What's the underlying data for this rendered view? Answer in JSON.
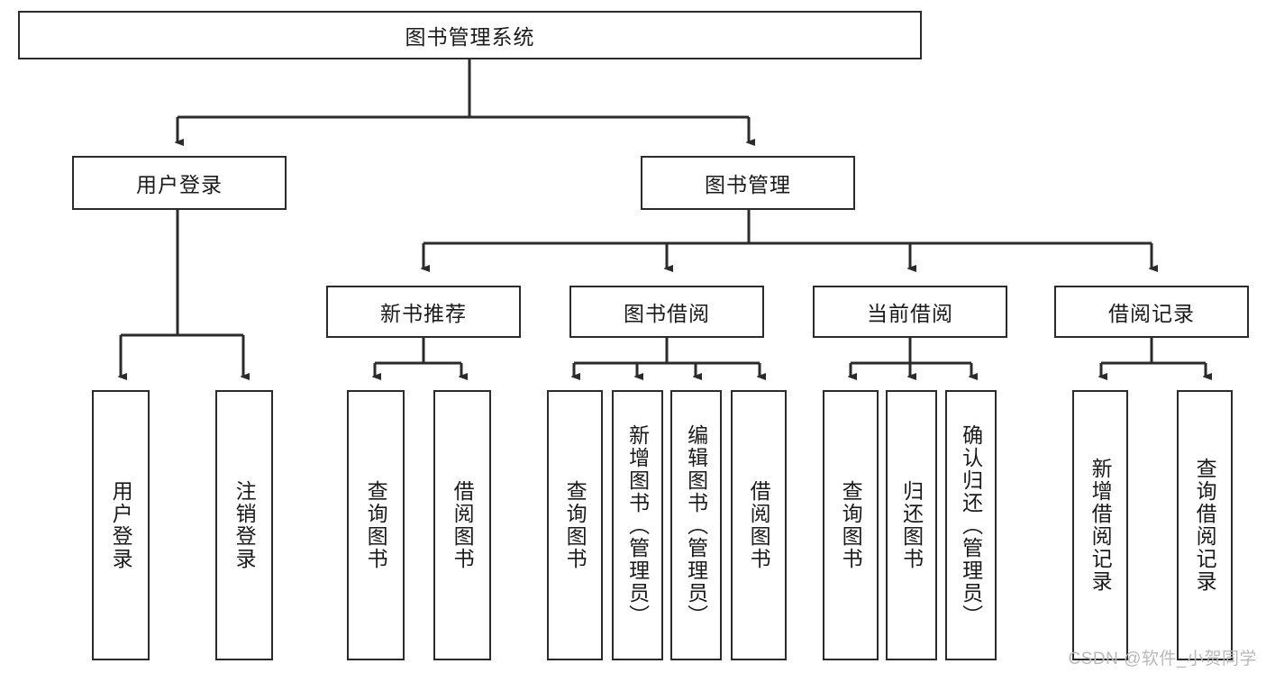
{
  "diagram": {
    "type": "tree",
    "title": "图书管理系统",
    "watermark": "CSDN @软件_小贺同学",
    "colors": {
      "box_border": "#2b2b2b",
      "box_fill": "#ffffff",
      "edge": "#2b2b2b",
      "text": "#1a1a1a",
      "watermark": "#b9b9b9",
      "background": "#ffffff"
    },
    "nodes": {
      "root": {
        "label": "图书管理系统"
      },
      "level2": [
        {
          "id": "user_login",
          "label": "用户登录"
        },
        {
          "id": "book_manage",
          "label": "图书管理"
        }
      ],
      "level3": [
        {
          "id": "new_book_rec",
          "label": "新书推荐"
        },
        {
          "id": "book_borrow",
          "label": "图书借阅"
        },
        {
          "id": "current_borrow",
          "label": "当前借阅"
        },
        {
          "id": "borrow_record",
          "label": "借阅记录"
        }
      ],
      "leaves": [
        {
          "id": "leaf_user_login",
          "label": "用户登录",
          "parent": "user_login"
        },
        {
          "id": "leaf_user_logout",
          "label": "注销登录",
          "parent": "user_login"
        },
        {
          "id": "leaf_query_book_1",
          "label": "查询图书",
          "parent": "new_book_rec"
        },
        {
          "id": "leaf_borrow_book_1",
          "label": "借阅图书",
          "parent": "new_book_rec"
        },
        {
          "id": "leaf_query_book_2",
          "label": "查询图书",
          "parent": "book_borrow"
        },
        {
          "id": "leaf_add_book",
          "label": "新增图书（管理员）",
          "parent": "book_borrow"
        },
        {
          "id": "leaf_edit_book",
          "label": "编辑图书（管理员）",
          "parent": "book_borrow"
        },
        {
          "id": "leaf_borrow_book_2",
          "label": "借阅图书",
          "parent": "book_borrow"
        },
        {
          "id": "leaf_query_book_3",
          "label": "查询图书",
          "parent": "current_borrow"
        },
        {
          "id": "leaf_return_book",
          "label": "归还图书",
          "parent": "current_borrow"
        },
        {
          "id": "leaf_confirm_return",
          "label": "确认归还（管理员）",
          "parent": "current_borrow"
        },
        {
          "id": "leaf_add_record",
          "label": "新增借阅记录",
          "parent": "borrow_record"
        },
        {
          "id": "leaf_query_record",
          "label": "查询借阅记录",
          "parent": "borrow_record"
        }
      ]
    }
  }
}
